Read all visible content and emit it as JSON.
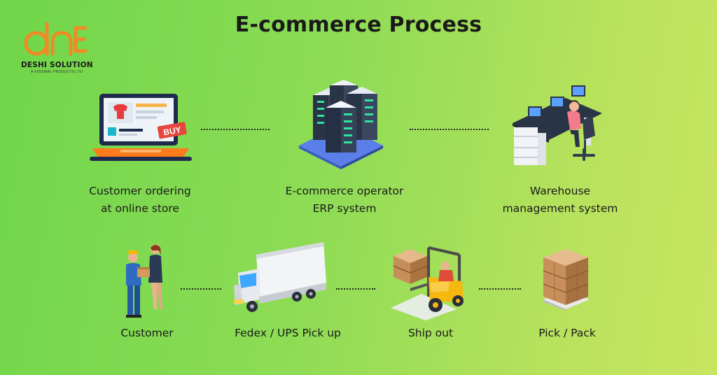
{
  "title": "E-commerce Process",
  "brand": {
    "logo_text": "dne",
    "name": "DESHI SOLUTION",
    "tagline": "A VISIONAL PRODUCTS LTD",
    "accent_color": "#f08a24"
  },
  "nodes": [
    {
      "id": "customer-ordering",
      "line1": "Customer ordering",
      "line2": "at online store",
      "icon": "laptop-shopping-icon",
      "badge": "BUY"
    },
    {
      "id": "erp-system",
      "line1": "E-commerce operator",
      "line2": "ERP system",
      "icon": "server-stack-icon"
    },
    {
      "id": "warehouse-system",
      "line1": "Warehouse",
      "line2": "management system",
      "icon": "office-desk-icon"
    },
    {
      "id": "customer",
      "line1": "Customer",
      "line2": "",
      "icon": "package-handover-icon"
    },
    {
      "id": "fedex-ups-pickup",
      "line1": "Fedex / UPS Pick up",
      "line2": "",
      "icon": "delivery-truck-icon"
    },
    {
      "id": "ship-out",
      "line1": "Ship out",
      "line2": "",
      "icon": "forklift-icon"
    },
    {
      "id": "pick-pack",
      "line1": "Pick / Pack",
      "line2": "",
      "icon": "pallet-boxes-icon"
    }
  ],
  "colors": {
    "connector": "#1f2a1f",
    "label": "#1a1a1a"
  }
}
